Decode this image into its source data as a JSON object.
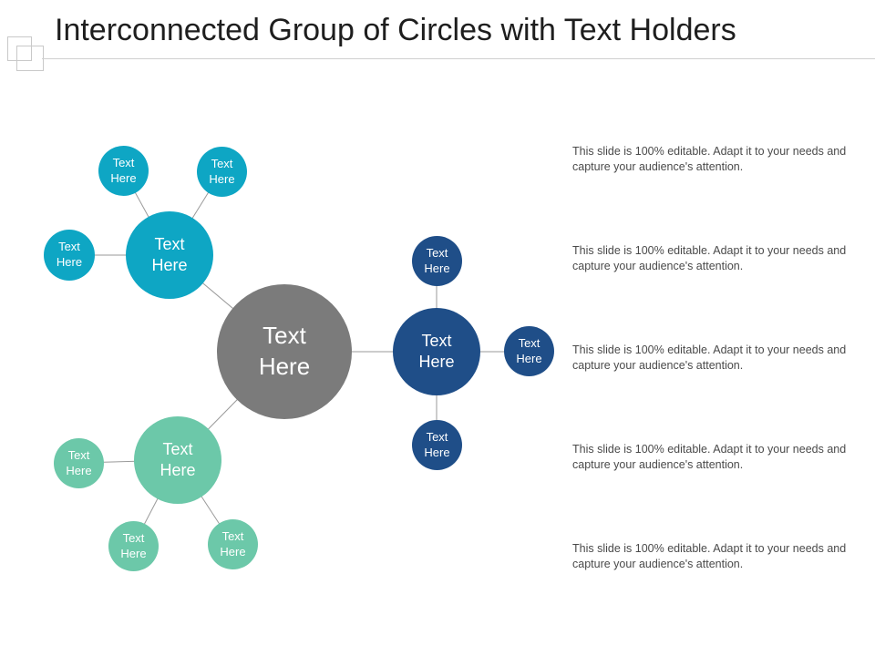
{
  "title": "Interconnected Group of Circles with Text Holders",
  "colors": {
    "center": "#7b7b7b",
    "teal": "#0ea6c4",
    "mint": "#6cc8a9",
    "navy": "#1f4e88",
    "connector": "#9a9a9a"
  },
  "center": {
    "label": "Text Here"
  },
  "clusters": {
    "teal": {
      "hub": "Text Here",
      "nodes": [
        "Text Here",
        "Text Here",
        "Text Here"
      ]
    },
    "mint": {
      "hub": "Text Here",
      "nodes": [
        "Text Here",
        "Text Here",
        "Text Here"
      ]
    },
    "navy": {
      "hub": "Text Here",
      "nodes": [
        "Text Here",
        "Text Here",
        "Text Here"
      ]
    }
  },
  "descriptions": [
    "This slide is 100% editable.  Adapt it to your needs and capture your audience's attention.",
    "This slide is 100% editable.  Adapt it to your needs and capture your audience's attention.",
    "This slide is 100% editable.  Adapt it to your needs and capture your audience's attention.",
    "This slide is 100% editable.  Adapt it to your needs and capture your audience's attention.",
    "This slide is 100% editable.  Adapt it to your needs and capture your audience's attention."
  ]
}
